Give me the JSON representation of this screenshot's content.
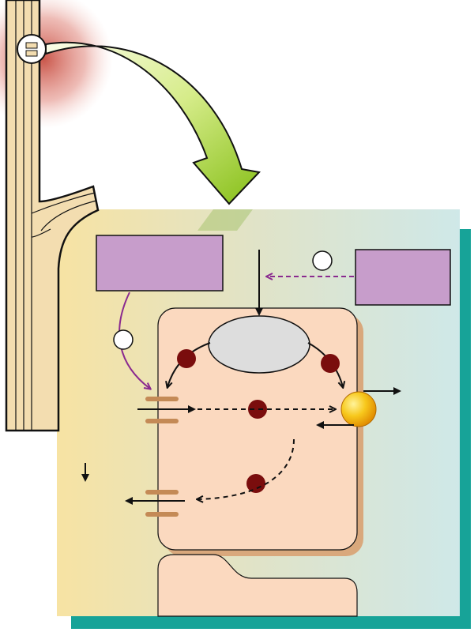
{
  "diagram": {
    "type": "cell-transport-schematic",
    "labels": {
      "top_left_box": "",
      "top_right_box": "",
      "central_organelle": ""
    },
    "icons": [
      "tubule-segment",
      "zoom-arrow",
      "ion-channel",
      "transporter-pump",
      "ion-particle",
      "signal-circle"
    ],
    "colors": {
      "tissue_glow": "#c0392b",
      "tube_wall": "#f3ddb0",
      "tube_outline": "#111111",
      "zoom_arrow_light": "#eef7c6",
      "zoom_arrow_dark": "#8cc21a",
      "panel_left": "#f7e3a3",
      "panel_right": "#cfe8e8",
      "panel_shadow": "#17a398",
      "cell_fill": "#fbd9bf",
      "cell_shadow": "#d9a87c",
      "purple_box": "#c79dcb",
      "organelle": "#dddddd",
      "ion": "#7a0d0d",
      "channel": "#c48a56",
      "pump_gold": "#f4b400",
      "signal_purple": "#8a2a8f"
    }
  }
}
